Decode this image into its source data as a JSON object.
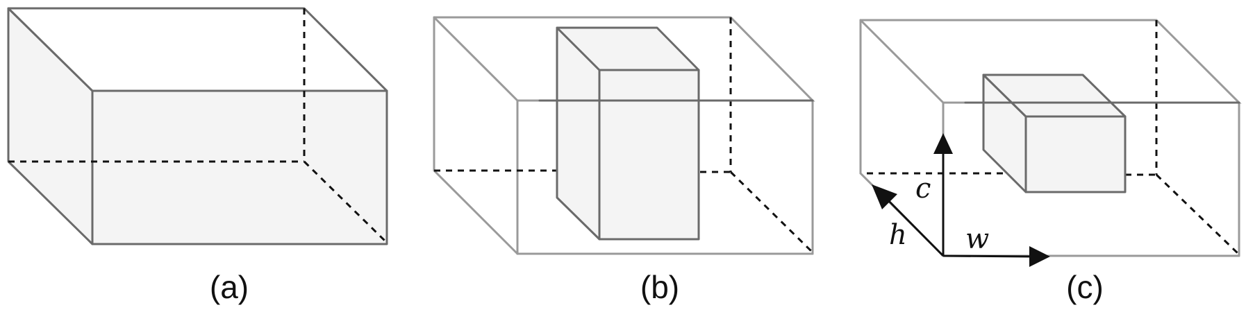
{
  "panels": [
    {
      "caption": "(a)"
    },
    {
      "caption": "(b)"
    },
    {
      "caption": "(c)"
    }
  ],
  "axes": {
    "c": "c",
    "h": "h",
    "w": "w"
  }
}
